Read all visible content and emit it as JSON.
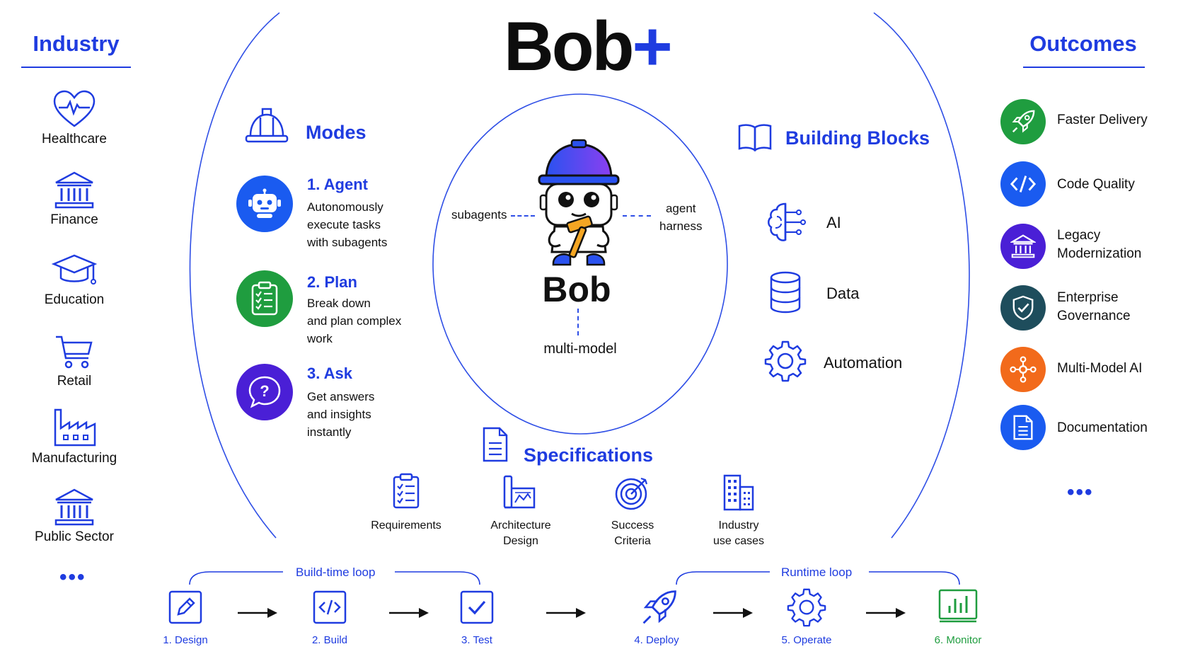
{
  "title": {
    "main": "Bob",
    "plus": "+"
  },
  "industry": {
    "title": "Industry",
    "items": [
      {
        "label": "Healthcare",
        "icon": "heart-pulse-icon"
      },
      {
        "label": "Finance",
        "icon": "bank-icon"
      },
      {
        "label": "Education",
        "icon": "graduation-cap-icon"
      },
      {
        "label": "Retail",
        "icon": "cart-icon"
      },
      {
        "label": "Manufacturing",
        "icon": "factory-icon"
      },
      {
        "label": "Public Sector",
        "icon": "government-building-icon"
      }
    ],
    "more": "•••"
  },
  "modes": {
    "title": "Modes",
    "items": [
      {
        "title": "1. Agent",
        "lines": [
          "Autonomously",
          "execute tasks",
          "with subagents"
        ],
        "color": "#1a5bf0",
        "icon": "robot-icon"
      },
      {
        "title": "2. Plan",
        "lines": [
          "Break down",
          "and plan complex",
          "work"
        ],
        "color": "#1f9d3f",
        "icon": "clipboard-list-icon"
      },
      {
        "title": "3. Ask",
        "lines": [
          "Get answers",
          "and insights",
          "instantly"
        ],
        "color": "#4a1fd6",
        "icon": "question-bubble-icon"
      }
    ]
  },
  "center": {
    "name": "Bob",
    "left_label": "subagents",
    "right_label_1": "agent",
    "right_label_2": "harness",
    "bottom_label": "multi-model"
  },
  "building_blocks": {
    "title": "Building Blocks",
    "items": [
      {
        "label": "AI",
        "icon": "brain-circuit-icon"
      },
      {
        "label": "Data",
        "icon": "database-icon"
      },
      {
        "label": "Automation",
        "icon": "gear-icon"
      }
    ]
  },
  "specifications": {
    "title": "Specifications",
    "items": [
      {
        "line1": "Requirements",
        "line2": "",
        "icon": "checklist-icon"
      },
      {
        "line1": "Architecture",
        "line2": "Design",
        "icon": "blueprint-icon"
      },
      {
        "line1": "Success",
        "line2": "Criteria",
        "icon": "target-icon"
      },
      {
        "line1": "Industry",
        "line2": "use cases",
        "icon": "buildings-icon"
      }
    ]
  },
  "outcomes": {
    "title": "Outcomes",
    "items": [
      {
        "label1": "Faster Delivery",
        "label2": "",
        "color": "#1f9d3f",
        "icon": "rocket-icon"
      },
      {
        "label1": "Code Quality",
        "label2": "",
        "color": "#1a5bf0",
        "icon": "code-icon"
      },
      {
        "label1": "Legacy",
        "label2": "Modernization",
        "color": "#4a1fd6",
        "icon": "bank-icon"
      },
      {
        "label1": "Enterprise",
        "label2": "Governance",
        "color": "#1e4d5c",
        "icon": "shield-check-icon"
      },
      {
        "label1": "Multi-Model AI",
        "label2": "",
        "color": "#f26a1b",
        "icon": "network-icon"
      },
      {
        "label1": "Documentation",
        "label2": "",
        "color": "#1a5bf0",
        "icon": "document-icon"
      }
    ],
    "more": "•••"
  },
  "loops": {
    "build_label": "Build-time loop",
    "runtime_label": "Runtime loop",
    "steps": [
      {
        "label": "1. Design",
        "icon": "pencil-icon",
        "color": "#1f3ce0"
      },
      {
        "label": "2. Build",
        "icon": "code-icon",
        "color": "#1f3ce0"
      },
      {
        "label": "3. Test",
        "icon": "checkbox-icon",
        "color": "#1f3ce0"
      },
      {
        "label": "4. Deploy",
        "icon": "rocket-icon",
        "color": "#1f3ce0"
      },
      {
        "label": "5. Operate",
        "icon": "gear-icon",
        "color": "#1f3ce0"
      },
      {
        "label": "6. Monitor",
        "icon": "bar-chart-icon",
        "color": "#1f9d3f"
      }
    ]
  }
}
